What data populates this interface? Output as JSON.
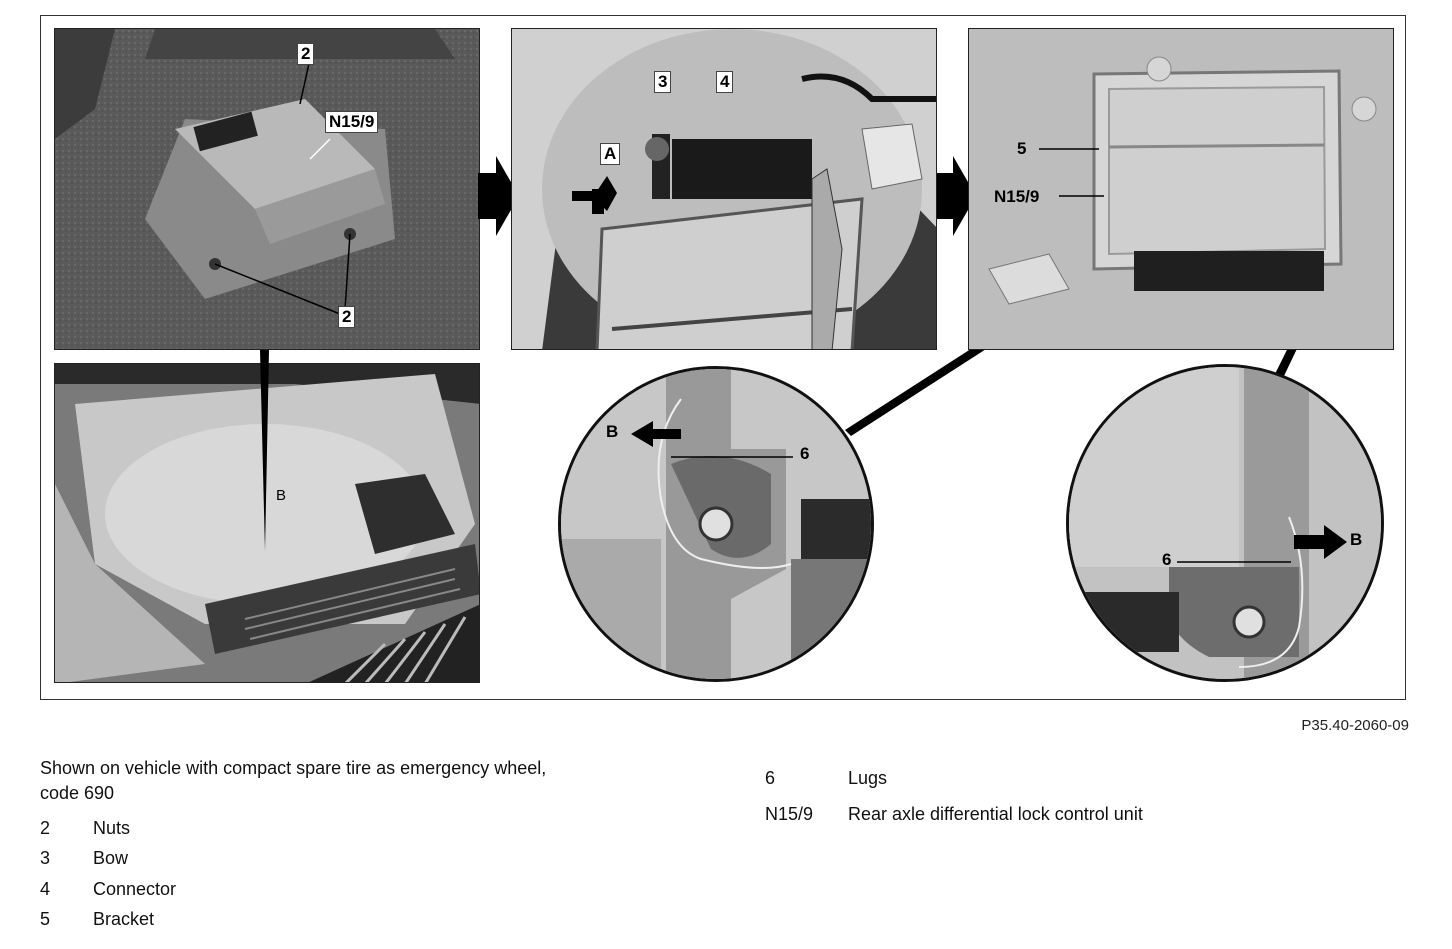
{
  "figure": {
    "reference": "P35.40-2060-09",
    "callouts": {
      "nuts_top": "2",
      "module_p1": "N15/9",
      "nuts_bottom": "2",
      "bow": "3",
      "connector": "4",
      "arrow_a": "A",
      "bracket": "5",
      "module_p3": "N15/9",
      "lug_left": "6",
      "arrow_b_left": "B",
      "lug_right": "6",
      "arrow_b_right": "B",
      "trunk_letter": "B"
    }
  },
  "legend": {
    "intro": "Shown on vehicle with compact spare tire as emergency wheel, code 690",
    "items_left": [
      {
        "key": "2",
        "label": "Nuts"
      },
      {
        "key": "3",
        "label": "Bow"
      },
      {
        "key": "4",
        "label": "Connector"
      },
      {
        "key": "5",
        "label": "Bracket"
      }
    ],
    "items_right": [
      {
        "key": "6",
        "label": "Lugs"
      },
      {
        "key": "N15/9",
        "label": "Rear axle differential lock control unit"
      }
    ]
  }
}
